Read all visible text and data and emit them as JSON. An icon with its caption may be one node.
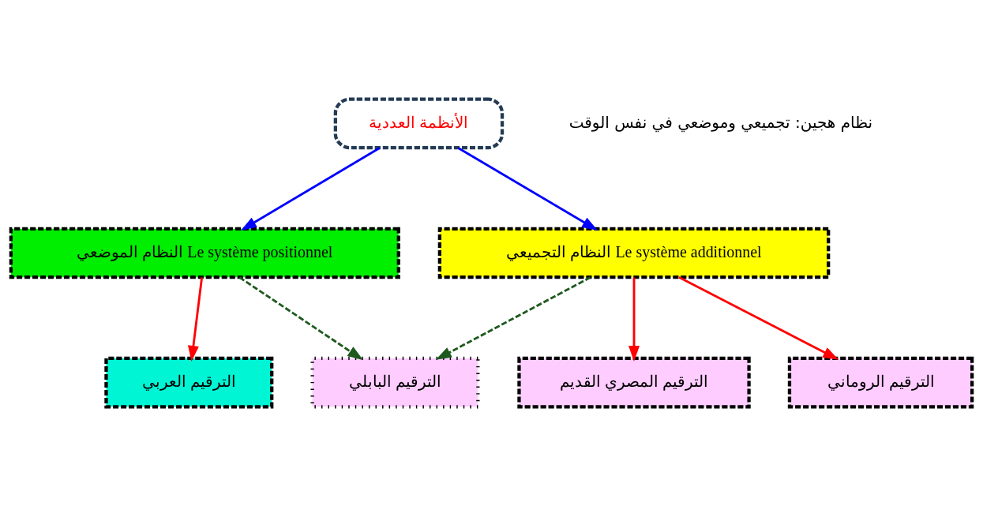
{
  "diagram": {
    "nodes": [
      {
        "text": [
          "الأنظمة العددية"
        ]
      },
      {
        "text": [
          "النظام الموضعي Le système positionnel"
        ]
      },
      {
        "text": [
          "النظام التجميعي Le système additionnel"
        ]
      },
      {
        "text": [
          "الترقيم العربي"
        ]
      },
      {
        "text": [
          "الترقيم البابلي"
        ]
      },
      {
        "text": [
          "الترقيم المصري القديم"
        ]
      },
      {
        "text": [
          "الترقيم الروماني"
        ]
      }
    ],
    "edges": [
      {
        "from": 0,
        "to": 1,
        "arrow": "to",
        "color": "#0000ff"
      },
      {
        "from": 0,
        "to": 2,
        "arrow": "to",
        "color": "#0000ff"
      },
      {
        "from": 1,
        "to": 3,
        "arrow": "to"
      },
      {
        "from": 1,
        "to": 4,
        "arrow": "to",
        "style": "dashed",
        "color": "#1e5a1e"
      },
      {
        "from": 2,
        "to": 4,
        "arrow": "to",
        "style": "dashed",
        "color": "#1e5a1e"
      },
      {
        "from": 2,
        "to": 5,
        "arrow": "to"
      },
      {
        "from": 2,
        "to": 6,
        "arrow": "to"
      }
    ],
    "labels": [
      "نظام هجين: تجميعي وموضعي في نفس الوقت"
    ]
  }
}
